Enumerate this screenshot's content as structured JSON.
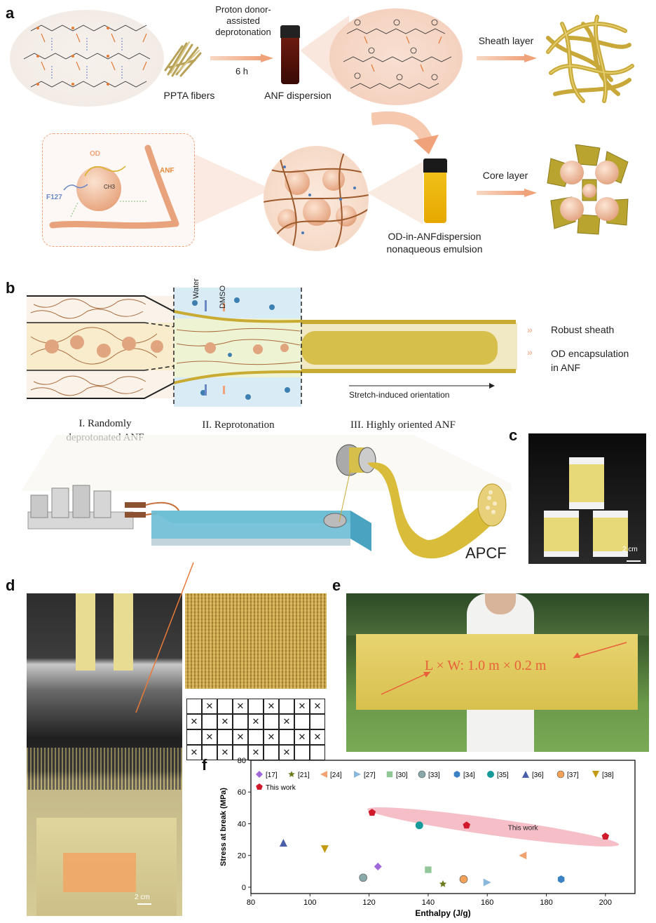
{
  "panels": {
    "a": "a",
    "b": "b",
    "c": "c",
    "d": "d",
    "e": "e",
    "f": "f"
  },
  "panel_a": {
    "step1_top": "Proton donor-\nassisted\ndeprotonation",
    "step1_bottom": "6 h",
    "pp_fibers": "PPTA fibers",
    "anf_dispersion": "ANF dispersion",
    "sheath_layer": "Sheath layer",
    "core_layer": "Core layer",
    "od_label": "OD",
    "anf_label": "ANF",
    "f127_label": "F127",
    "ch3_label": "CH3",
    "emulsion_caption": "OD-in-ANFdispersion\nnonaqueous emulsion"
  },
  "panel_b": {
    "water_label": "Water",
    "dmso_label": "DMSO",
    "robust_sheath": "Robust sheath",
    "od_encapsulation": "OD encapsulation\nin ANF",
    "stretch": "Stretch-induced orientation",
    "stage1": "I. Randomly\ndeprotonated ANF",
    "stage2": "II. Reprotonation",
    "stage3": "III. Highly oriented ANF",
    "apcf": "APCF"
  },
  "panel_c": {
    "scale": "2 cm"
  },
  "panel_d": {
    "scale": "2 cm"
  },
  "panel_e": {
    "banner_text": "L × W: 1.0 m × 0.2 m"
  },
  "colors": {
    "accent_orange": "#f0a27a",
    "fiber_yellow": "#d8c24a",
    "emulsion_yellow": "#e6b400",
    "this_work": "#d0192b",
    "ellipse": "#f4a3b0"
  },
  "chart_data": {
    "type": "scatter",
    "xlabel": "Enthalpy (J/g)",
    "ylabel": "Stress at break (MPa)",
    "xlim": [
      80,
      210
    ],
    "ylim": [
      -4,
      80
    ],
    "xticks": [
      80,
      100,
      120,
      140,
      160,
      180,
      200
    ],
    "yticks": [
      0,
      20,
      40,
      60,
      80
    ],
    "legend_placement": "top",
    "annotation": "This work",
    "series": [
      {
        "name": "[17]",
        "color": "#a067d8",
        "marker": "diamond",
        "points": [
          [
            123,
            13
          ]
        ]
      },
      {
        "name": "[21]",
        "color": "#6b7a1c",
        "marker": "star",
        "points": [
          [
            145,
            2
          ]
        ]
      },
      {
        "name": "[24]",
        "color": "#f1a271",
        "marker": "tri-left",
        "points": [
          [
            172,
            20
          ]
        ]
      },
      {
        "name": "[27]",
        "color": "#8ab8dc",
        "marker": "tri-right",
        "points": [
          [
            160,
            3
          ]
        ]
      },
      {
        "name": "[30]",
        "color": "#92c79a",
        "marker": "square",
        "points": [
          [
            140,
            11
          ]
        ]
      },
      {
        "name": "[33]",
        "color": "#8aa8a8",
        "marker": "circle-half",
        "points": [
          [
            118,
            6
          ]
        ]
      },
      {
        "name": "[34]",
        "color": "#3b82c4",
        "marker": "hexagon",
        "points": [
          [
            185,
            5
          ]
        ]
      },
      {
        "name": "[35]",
        "color": "#169a9a",
        "marker": "circle",
        "points": [
          [
            137,
            39
          ]
        ]
      },
      {
        "name": "[36]",
        "color": "#4960a8",
        "marker": "tri-up",
        "points": [
          [
            91,
            28
          ]
        ]
      },
      {
        "name": "[37]",
        "color": "#f4a25a",
        "marker": "circle-half2",
        "points": [
          [
            152,
            5
          ]
        ]
      },
      {
        "name": "[38]",
        "color": "#c49a12",
        "marker": "tri-down",
        "points": [
          [
            105,
            24
          ]
        ]
      },
      {
        "name": "This work",
        "color": "#d0192b",
        "marker": "pentagon",
        "points": [
          [
            121,
            47
          ],
          [
            153,
            39
          ],
          [
            200,
            32
          ]
        ]
      }
    ]
  }
}
